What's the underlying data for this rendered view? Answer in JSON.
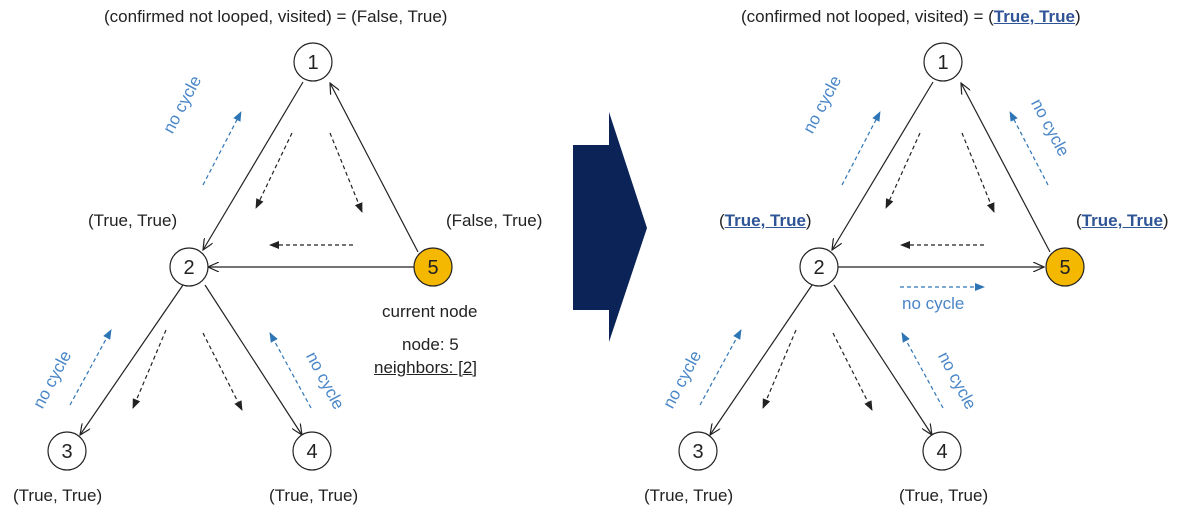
{
  "left": {
    "header": {
      "prefix": "(confirmed not looped, visited) = ",
      "value": "(False, True)"
    },
    "nodes": {
      "n1": "1",
      "n2": "2",
      "n3": "3",
      "n4": "4",
      "n5": "5"
    },
    "state_labels": {
      "node2": "(True, True)",
      "node5": "(False, True)",
      "node3": "(True, True)",
      "node4": "(True, True)"
    },
    "current_node_label": "current node",
    "info_node": "node: 5",
    "info_neighbors": "neighbors: [2]",
    "no_cycle_labels": [
      "no cycle",
      "no cycle",
      "no cycle"
    ]
  },
  "right": {
    "header": {
      "prefix": "(confirmed not looped, visited) = (",
      "value": "True, True",
      "suffix": ")"
    },
    "nodes": {
      "n1": "1",
      "n2": "2",
      "n3": "3",
      "n4": "4",
      "n5": "5"
    },
    "state_labels": {
      "node2": {
        "open": "(",
        "value": "True, True",
        "close": ")"
      },
      "node5": {
        "open": "(",
        "value": "True, True",
        "close": ")"
      },
      "node3": "(True, True)",
      "node4": "(True, True)"
    },
    "no_cycle_labels": [
      "no cycle",
      "no cycle",
      "no cycle",
      "no cycle",
      "no cycle"
    ]
  },
  "colors": {
    "current_node_fill": "#f5b800",
    "arrow_fill": "#0b2356",
    "highlight_text": "#2f5597",
    "no_cycle_text": "#4a86c8"
  }
}
